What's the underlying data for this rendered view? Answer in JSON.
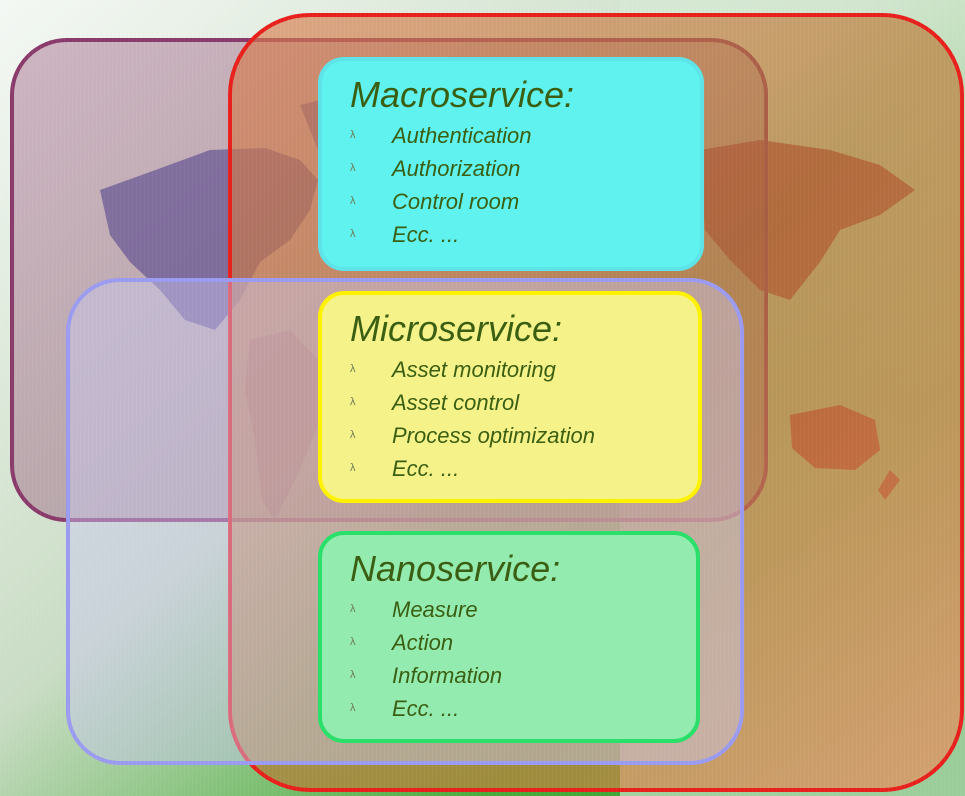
{
  "colors": {
    "macro_fill": "#5ff2ee",
    "micro_fill": "#f6f28a",
    "nano_fill": "#93ebb0",
    "text": "#3b5f12",
    "red_region": "#e8201c",
    "purple_region": "#8a3a6a",
    "blue_region": "#9a9bf0"
  },
  "bullet_glyph": "λ",
  "macroservice": {
    "title": "Macroservice:",
    "items": [
      "Authentication",
      "Authorization",
      "Control room",
      "Ecc. ..."
    ]
  },
  "microservice": {
    "title": "Microservice:",
    "items": [
      "Asset monitoring",
      "Asset control",
      "Process optimization",
      "Ecc. ..."
    ]
  },
  "nanoservice": {
    "title": "Nanoservice:",
    "items": [
      "Measure",
      "Action",
      "Information",
      "Ecc. ..."
    ]
  }
}
